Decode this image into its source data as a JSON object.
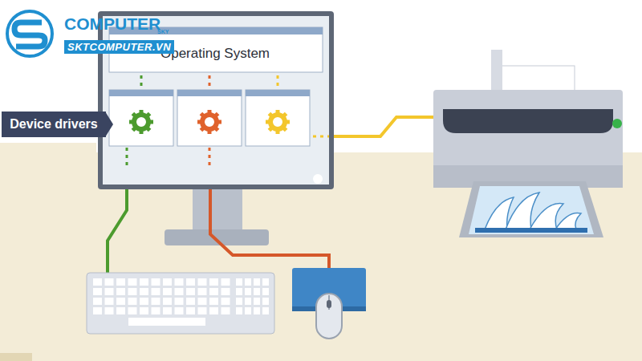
{
  "diagram": {
    "nodes": [
      {
        "text": [
          "Operating System"
        ]
      },
      {
        "text": [
          "Device drivers"
        ]
      }
    ],
    "labels": [
      "COMPUTER",
      "SKY",
      "SKTCOMPUTER.VN"
    ]
  }
}
